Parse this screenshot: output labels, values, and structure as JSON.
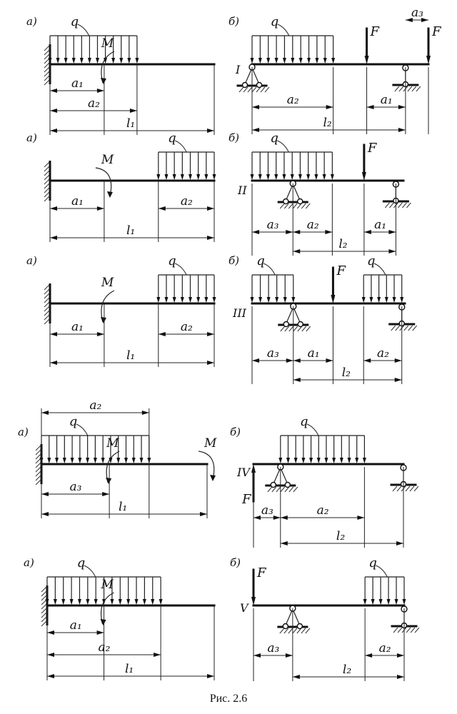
{
  "caption": "Рис. 2.6",
  "rows": [
    {
      "roman": "I",
      "a": {
        "tag": "а)",
        "load": {
          "label": "q",
          "from": 0,
          "to": 0.53
        },
        "moment": {
          "label": "M",
          "at": 0.33,
          "direction": "ccw-down"
        },
        "dims": [
          {
            "label": "a₁",
            "from": 0,
            "to": 0.33
          },
          {
            "label": "a₂",
            "from": 0,
            "to": 0.53
          },
          {
            "label": "l₁",
            "from": 0,
            "to": 1
          }
        ]
      },
      "b": {
        "tag": "б)",
        "load": {
          "label": "q",
          "from": 0,
          "to": 0.46
        },
        "forces": [
          {
            "label": "F",
            "at": 0.65,
            "dir": "down"
          },
          {
            "label": "F",
            "at": 1.0,
            "dir": "down"
          }
        ],
        "supports": [
          {
            "type": "pin",
            "at": 0
          },
          {
            "type": "roller",
            "at": 0.87
          }
        ],
        "dims": [
          {
            "label": "a₂",
            "from": 0,
            "to": 0.46
          },
          {
            "label": "a₁",
            "from": 0.65,
            "to": 0.87
          },
          {
            "label": "l₂",
            "from": 0,
            "to": 0.87
          },
          {
            "label": "a₃",
            "from": 0.87,
            "to": 1.0
          }
        ]
      }
    },
    {
      "roman": "II",
      "a": {
        "tag": "а)",
        "load": {
          "label": "q",
          "from": 0.66,
          "to": 1
        },
        "moment": {
          "label": "M",
          "at": 0.33,
          "direction": "cw"
        },
        "dims": [
          {
            "label": "a₁",
            "from": 0,
            "to": 0.33
          },
          {
            "label": "a₂",
            "from": 0.66,
            "to": 1
          },
          {
            "label": "l₁",
            "from": 0,
            "to": 1
          }
        ]
      },
      "b": {
        "tag": "б)",
        "load": {
          "label": "q",
          "from": 0,
          "to": 0.53
        },
        "forces": [
          {
            "label": "F",
            "at": 0.74,
            "dir": "down"
          }
        ],
        "supports": [
          {
            "type": "pin",
            "at": 0.27
          },
          {
            "type": "roller",
            "at": 0.95
          }
        ],
        "dims": [
          {
            "label": "a₃",
            "from": 0,
            "to": 0.27
          },
          {
            "label": "a₂",
            "from": 0.27,
            "to": 0.53
          },
          {
            "label": "a₁",
            "from": 0.74,
            "to": 0.95
          },
          {
            "label": "l₂",
            "from": 0.27,
            "to": 0.95
          }
        ]
      }
    },
    {
      "roman": "III",
      "a": {
        "tag": "а)",
        "load": {
          "label": "q",
          "from": 0.66,
          "to": 1
        },
        "moment": {
          "label": "M",
          "at": 0.33,
          "direction": "ccw-down"
        },
        "dims": [
          {
            "label": "a₁",
            "from": 0,
            "to": 0.33
          },
          {
            "label": "a₂",
            "from": 0.66,
            "to": 1
          },
          {
            "label": "l₁",
            "from": 0,
            "to": 1
          }
        ]
      },
      "b": {
        "tag": "б)",
        "loads": [
          {
            "label": "q",
            "from": 0,
            "to": 0.27
          },
          {
            "label": "q",
            "from": 0.73,
            "to": 0.98
          }
        ],
        "forces": [
          {
            "label": "F",
            "at": 0.53,
            "dir": "down"
          }
        ],
        "supports": [
          {
            "type": "pin",
            "at": 0.27
          },
          {
            "type": "roller",
            "at": 0.98
          }
        ],
        "dims": [
          {
            "label": "a₃",
            "from": 0,
            "to": 0.27
          },
          {
            "label": "a₁",
            "from": 0.27,
            "to": 0.53
          },
          {
            "label": "a₂",
            "from": 0.73,
            "to": 0.98
          },
          {
            "label": "l₂",
            "from": 0.27,
            "to": 0.98
          }
        ]
      }
    },
    {
      "roman": "IV",
      "a": {
        "tag": "а)",
        "load": {
          "label": "q",
          "from": 0,
          "to": 0.65
        },
        "moments": [
          {
            "label": "M",
            "at": 0.41,
            "direction": "ccw-down"
          },
          {
            "label": "M",
            "at": 1.0,
            "direction": "cw"
          }
        ],
        "dims": [
          {
            "label": "a₂",
            "from": 0,
            "to": 0.65,
            "above": true
          },
          {
            "label": "a₃",
            "from": 0,
            "to": 0.41
          },
          {
            "label": "l₁",
            "from": 0,
            "to": 1
          }
        ]
      },
      "b": {
        "tag": "б)",
        "load": {
          "label": "q",
          "from": 0.18,
          "to": 0.74
        },
        "forces": [
          {
            "label": "F",
            "at": 0,
            "dir": "up"
          }
        ],
        "supports": [
          {
            "type": "pin",
            "at": 0.18
          },
          {
            "type": "roller",
            "at": 1.0
          }
        ],
        "dims": [
          {
            "label": "a₃",
            "from": 0,
            "to": 0.18
          },
          {
            "label": "a₂",
            "from": 0.18,
            "to": 0.74
          },
          {
            "label": "l₂",
            "from": 0.18,
            "to": 1.0
          }
        ]
      }
    },
    {
      "roman": "V",
      "a": {
        "tag": "а)",
        "load": {
          "label": "q",
          "from": 0,
          "to": 0.68
        },
        "moment": {
          "label": "M",
          "at": 0.34,
          "direction": "ccw-down"
        },
        "dims": [
          {
            "label": "a₁",
            "from": 0,
            "to": 0.34
          },
          {
            "label": "a₂",
            "from": 0,
            "to": 0.68
          },
          {
            "label": "l₁",
            "from": 0,
            "to": 1
          }
        ]
      },
      "b": {
        "tag": "б)",
        "load": {
          "label": "q",
          "from": 0.74,
          "to": 1.0
        },
        "forces": [
          {
            "label": "F",
            "at": 0,
            "dir": "down"
          }
        ],
        "supports": [
          {
            "type": "pin",
            "at": 0.26
          },
          {
            "type": "roller",
            "at": 1.0
          }
        ],
        "dims": [
          {
            "label": "a₃",
            "from": 0,
            "to": 0.26
          },
          {
            "label": "a₂",
            "from": 0.74,
            "to": 1.0
          },
          {
            "label": "l₂",
            "from": 0.26,
            "to": 1.0
          }
        ]
      }
    }
  ]
}
